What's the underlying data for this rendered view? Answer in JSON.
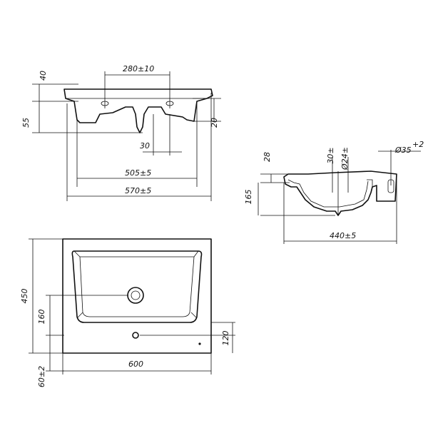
{
  "front_view": {
    "dim_drain_spacing": "280±10",
    "dim_top_height": "40",
    "dim_body_height": "55",
    "dim_rim_height": "20",
    "dim_center_offset": "30",
    "dim_inner_width": "505±5",
    "dim_outer_width": "570±5"
  },
  "side_view": {
    "dim_rim": "28",
    "dim_hole_depth": "30±",
    "dim_hole_dia": "Ø24±",
    "dim_overflow_dia": "Ø35",
    "dim_overflow_tol": "+2",
    "dim_height": "165",
    "dim_depth": "440±5"
  },
  "top_view": {
    "dim_depth": "450",
    "dim_drain_offset": "160",
    "dim_front": "60±2",
    "dim_faucet": "120",
    "dim_width": "600"
  }
}
